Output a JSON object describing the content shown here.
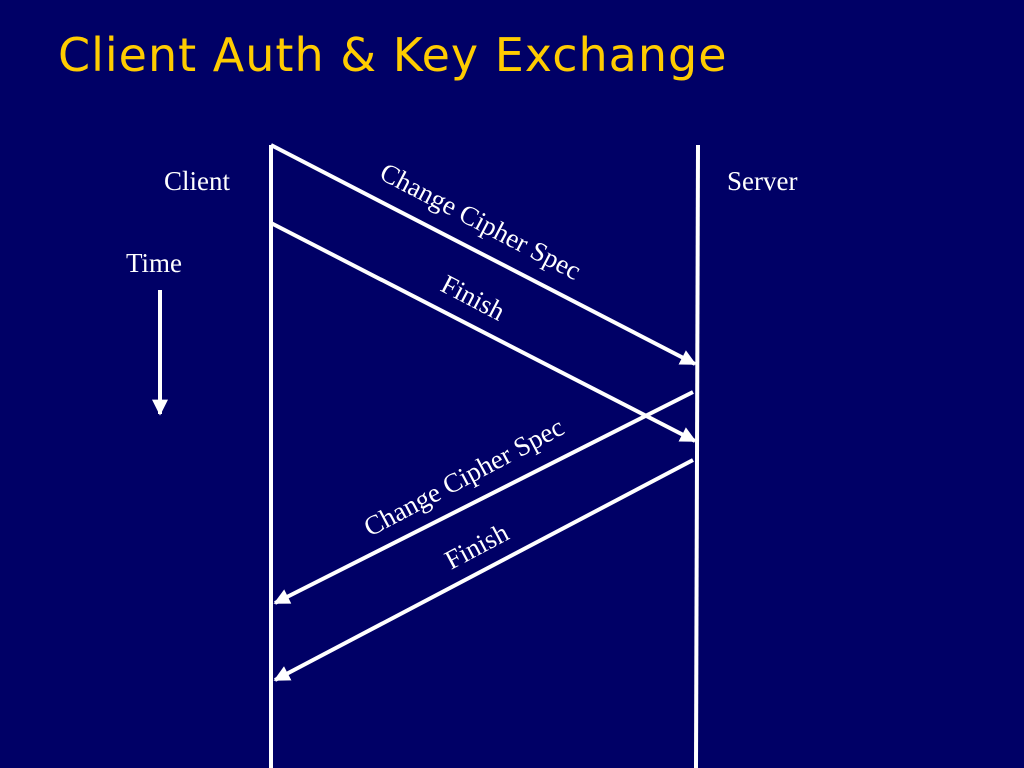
{
  "title": "Client Auth & Key Exchange",
  "diagram": {
    "client_label": "Client",
    "server_label": "Server",
    "time_label": "Time",
    "messages": [
      {
        "label": "Change Cipher Spec",
        "direction": "client-to-server"
      },
      {
        "label": "Finish",
        "direction": "client-to-server"
      },
      {
        "label": "Change Cipher Spec",
        "direction": "server-to-client"
      },
      {
        "label": "Finish",
        "direction": "server-to-client"
      }
    ]
  },
  "colors": {
    "background": "#000066",
    "title": "#ffcc00",
    "lines": "#ffffff",
    "text": "#ffffff"
  }
}
